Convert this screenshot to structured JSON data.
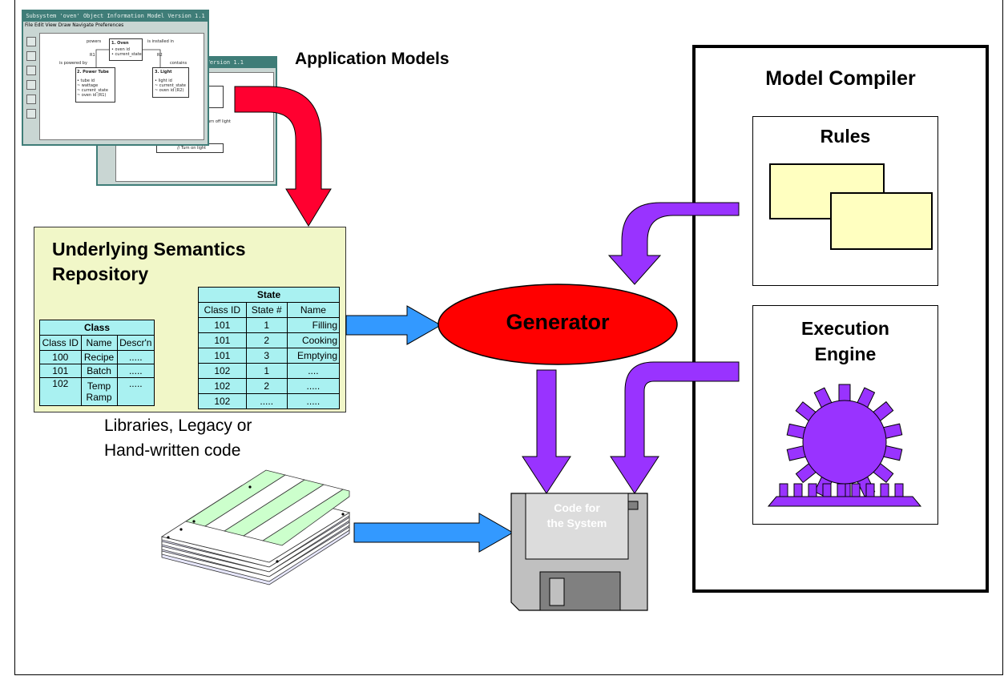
{
  "labels": {
    "application_models": "Application Models",
    "repository_title_line1": "Underlying Semantics",
    "repository_title_line2": "Repository",
    "libraries_line1": "Libraries, Legacy or",
    "libraries_line2": "Hand-written code",
    "generator": "Generator",
    "model_compiler": "Model Compiler",
    "rules": "Rules",
    "execution_line1": "Execution",
    "execution_line2": "Engine",
    "code_line1": "Code for",
    "code_line2": "the System"
  },
  "window_front": {
    "title": "Subsystem  'oven'  Object Information Model     Version 1.1",
    "menu": "File  Edit  View  Draw  Navigate  Preferences",
    "items": {
      "oven": "1. Oven",
      "oven_attr1": "•  oven id",
      "oven_attr2": "•  current_state",
      "powers": "powers",
      "r1": "R1",
      "is_powered_by": "is powered by",
      "power_tube": "2. Power Tube",
      "pt_attr1": "•  tube id",
      "pt_attr2": "~  wattage",
      "pt_attr3": "~  current_state",
      "pt_attr4": "~  oven id (R1)",
      "is_installed_in": "is installed in",
      "r2": "R2",
      "contains": "contains",
      "light": "3. Light",
      "l_attr1": "•  light id",
      "l_attr2": "~  current_state",
      "l_attr3": "~  oven id (R2)"
    }
  },
  "window_back": {
    "title": "Version 1.1",
    "items": {
      "turn_off": "L2:Turn off light",
      "turn_on": "// Turn on light"
    }
  },
  "class_table": {
    "title": "Class",
    "columns": [
      "Class ID",
      "Name",
      "Descr'n"
    ],
    "rows": [
      [
        "100",
        "Recipe",
        "....."
      ],
      [
        "101",
        "Batch",
        "....."
      ],
      [
        "102",
        "Temp Ramp",
        "....."
      ]
    ]
  },
  "state_table": {
    "title": "State",
    "columns": [
      "Class ID",
      "State #",
      "Name"
    ],
    "rows": [
      [
        "101",
        "1",
        "Filling"
      ],
      [
        "101",
        "2",
        "Cooking"
      ],
      [
        "101",
        "3",
        "Emptying"
      ],
      [
        "102",
        "1",
        "...."
      ],
      [
        "102",
        "2",
        "....."
      ],
      [
        "102",
        ".....",
        "....."
      ]
    ]
  },
  "colors": {
    "red_arrow": "#ff0030",
    "purple": "#9933ff",
    "blue_arrow": "#3399ff",
    "generator_fill": "#ff0000",
    "repository_fill": "#f1f7c8",
    "table_fill": "#a9f1f1",
    "rules_box": "#ffffc0",
    "paper_green": "#ccffcc",
    "disk_grey": "#c0c0c0"
  }
}
